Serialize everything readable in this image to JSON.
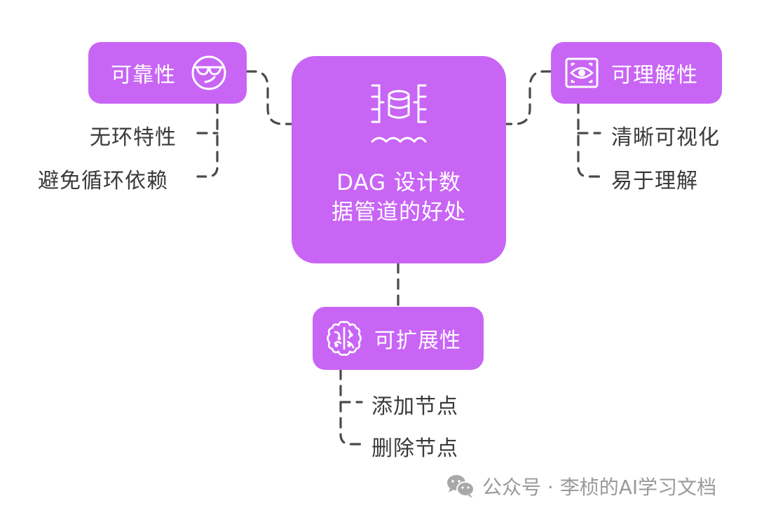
{
  "diagram": {
    "type": "mind-map",
    "center": {
      "title_line1": "DAG 设计数",
      "title_line2": "据管道的好处",
      "icon": "data-pipeline-icon"
    },
    "branches": [
      {
        "id": "reliability",
        "label": "可靠性",
        "icon": "sunglasses-face-icon",
        "children": [
          "无环特性",
          "避免循环依赖"
        ]
      },
      {
        "id": "understandability",
        "label": "可理解性",
        "icon": "eye-scan-icon",
        "children": [
          "清晰可视化",
          "易于理解"
        ]
      },
      {
        "id": "scalability",
        "label": "可扩展性",
        "icon": "brain-network-icon",
        "children": [
          "添加节点",
          "删除节点"
        ]
      }
    ]
  },
  "watermark": {
    "icon": "wechat-icon",
    "text": "公众号 · 李桢的AI学习文档"
  },
  "colors": {
    "node_fill": "#c865f5",
    "node_text": "#ffffff",
    "leaf_text": "#3a3a3a",
    "connector": "#4a4a4a",
    "watermark": "#9a9a9a"
  }
}
